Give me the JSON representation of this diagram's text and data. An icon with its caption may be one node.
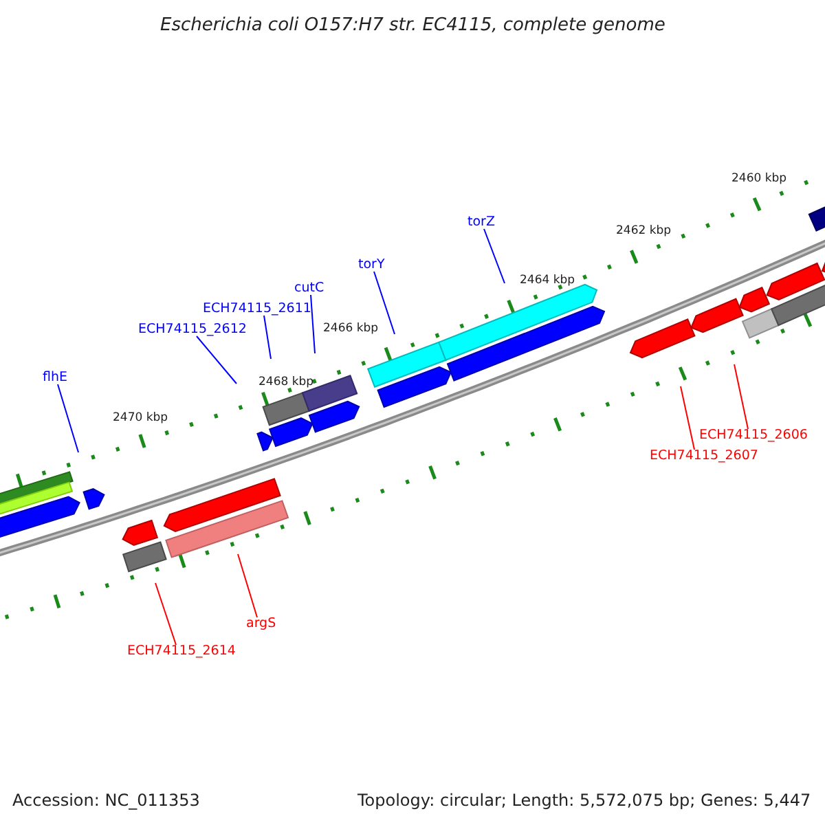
{
  "diagram": {
    "title": "Escherichia coli O157:H7 str. EC4115, complete genome",
    "nodes": [
      {
        "text": [
          "torZ"
        ]
      },
      {
        "text": [
          "torY"
        ]
      },
      {
        "text": [
          "cutC"
        ]
      },
      {
        "text": [
          "ECH74115_2611"
        ]
      },
      {
        "text": [
          "ECH74115_2612"
        ]
      },
      {
        "text": [
          "flhE"
        ]
      },
      {
        "text": [
          "ECH74115_2606"
        ]
      },
      {
        "text": [
          "ECH74115_2607"
        ]
      },
      {
        "text": [
          "argS"
        ]
      },
      {
        "text": [
          "ECH74115_2614"
        ]
      }
    ],
    "edges": [
      {
        "from": 0,
        "to": null,
        "arrow": "none"
      },
      {
        "from": 1,
        "to": null,
        "arrow": "none"
      },
      {
        "from": 2,
        "to": null,
        "arrow": "none"
      },
      {
        "from": 3,
        "to": null,
        "arrow": "none"
      },
      {
        "from": 4,
        "to": null,
        "arrow": "none"
      },
      {
        "from": 5,
        "to": null,
        "arrow": "none"
      },
      {
        "from": 6,
        "to": null,
        "arrow": "none",
        "color": "#ff0000"
      },
      {
        "from": 7,
        "to": null,
        "arrow": "none",
        "color": "#ff0000"
      },
      {
        "from": 8,
        "to": null,
        "arrow": "none",
        "color": "#ff0000"
      },
      {
        "from": 9,
        "to": null,
        "arrow": "none",
        "color": "#ff0000"
      }
    ],
    "labels": [
      "2460 kbp",
      "2462 kbp",
      "2464 kbp",
      "2466 kbp",
      "2468 kbp",
      "2470 kbp",
      "Accession: NC_011353",
      "Topology: circular; Length: 5,572,075 bp; Genes: 5,447"
    ]
  }
}
